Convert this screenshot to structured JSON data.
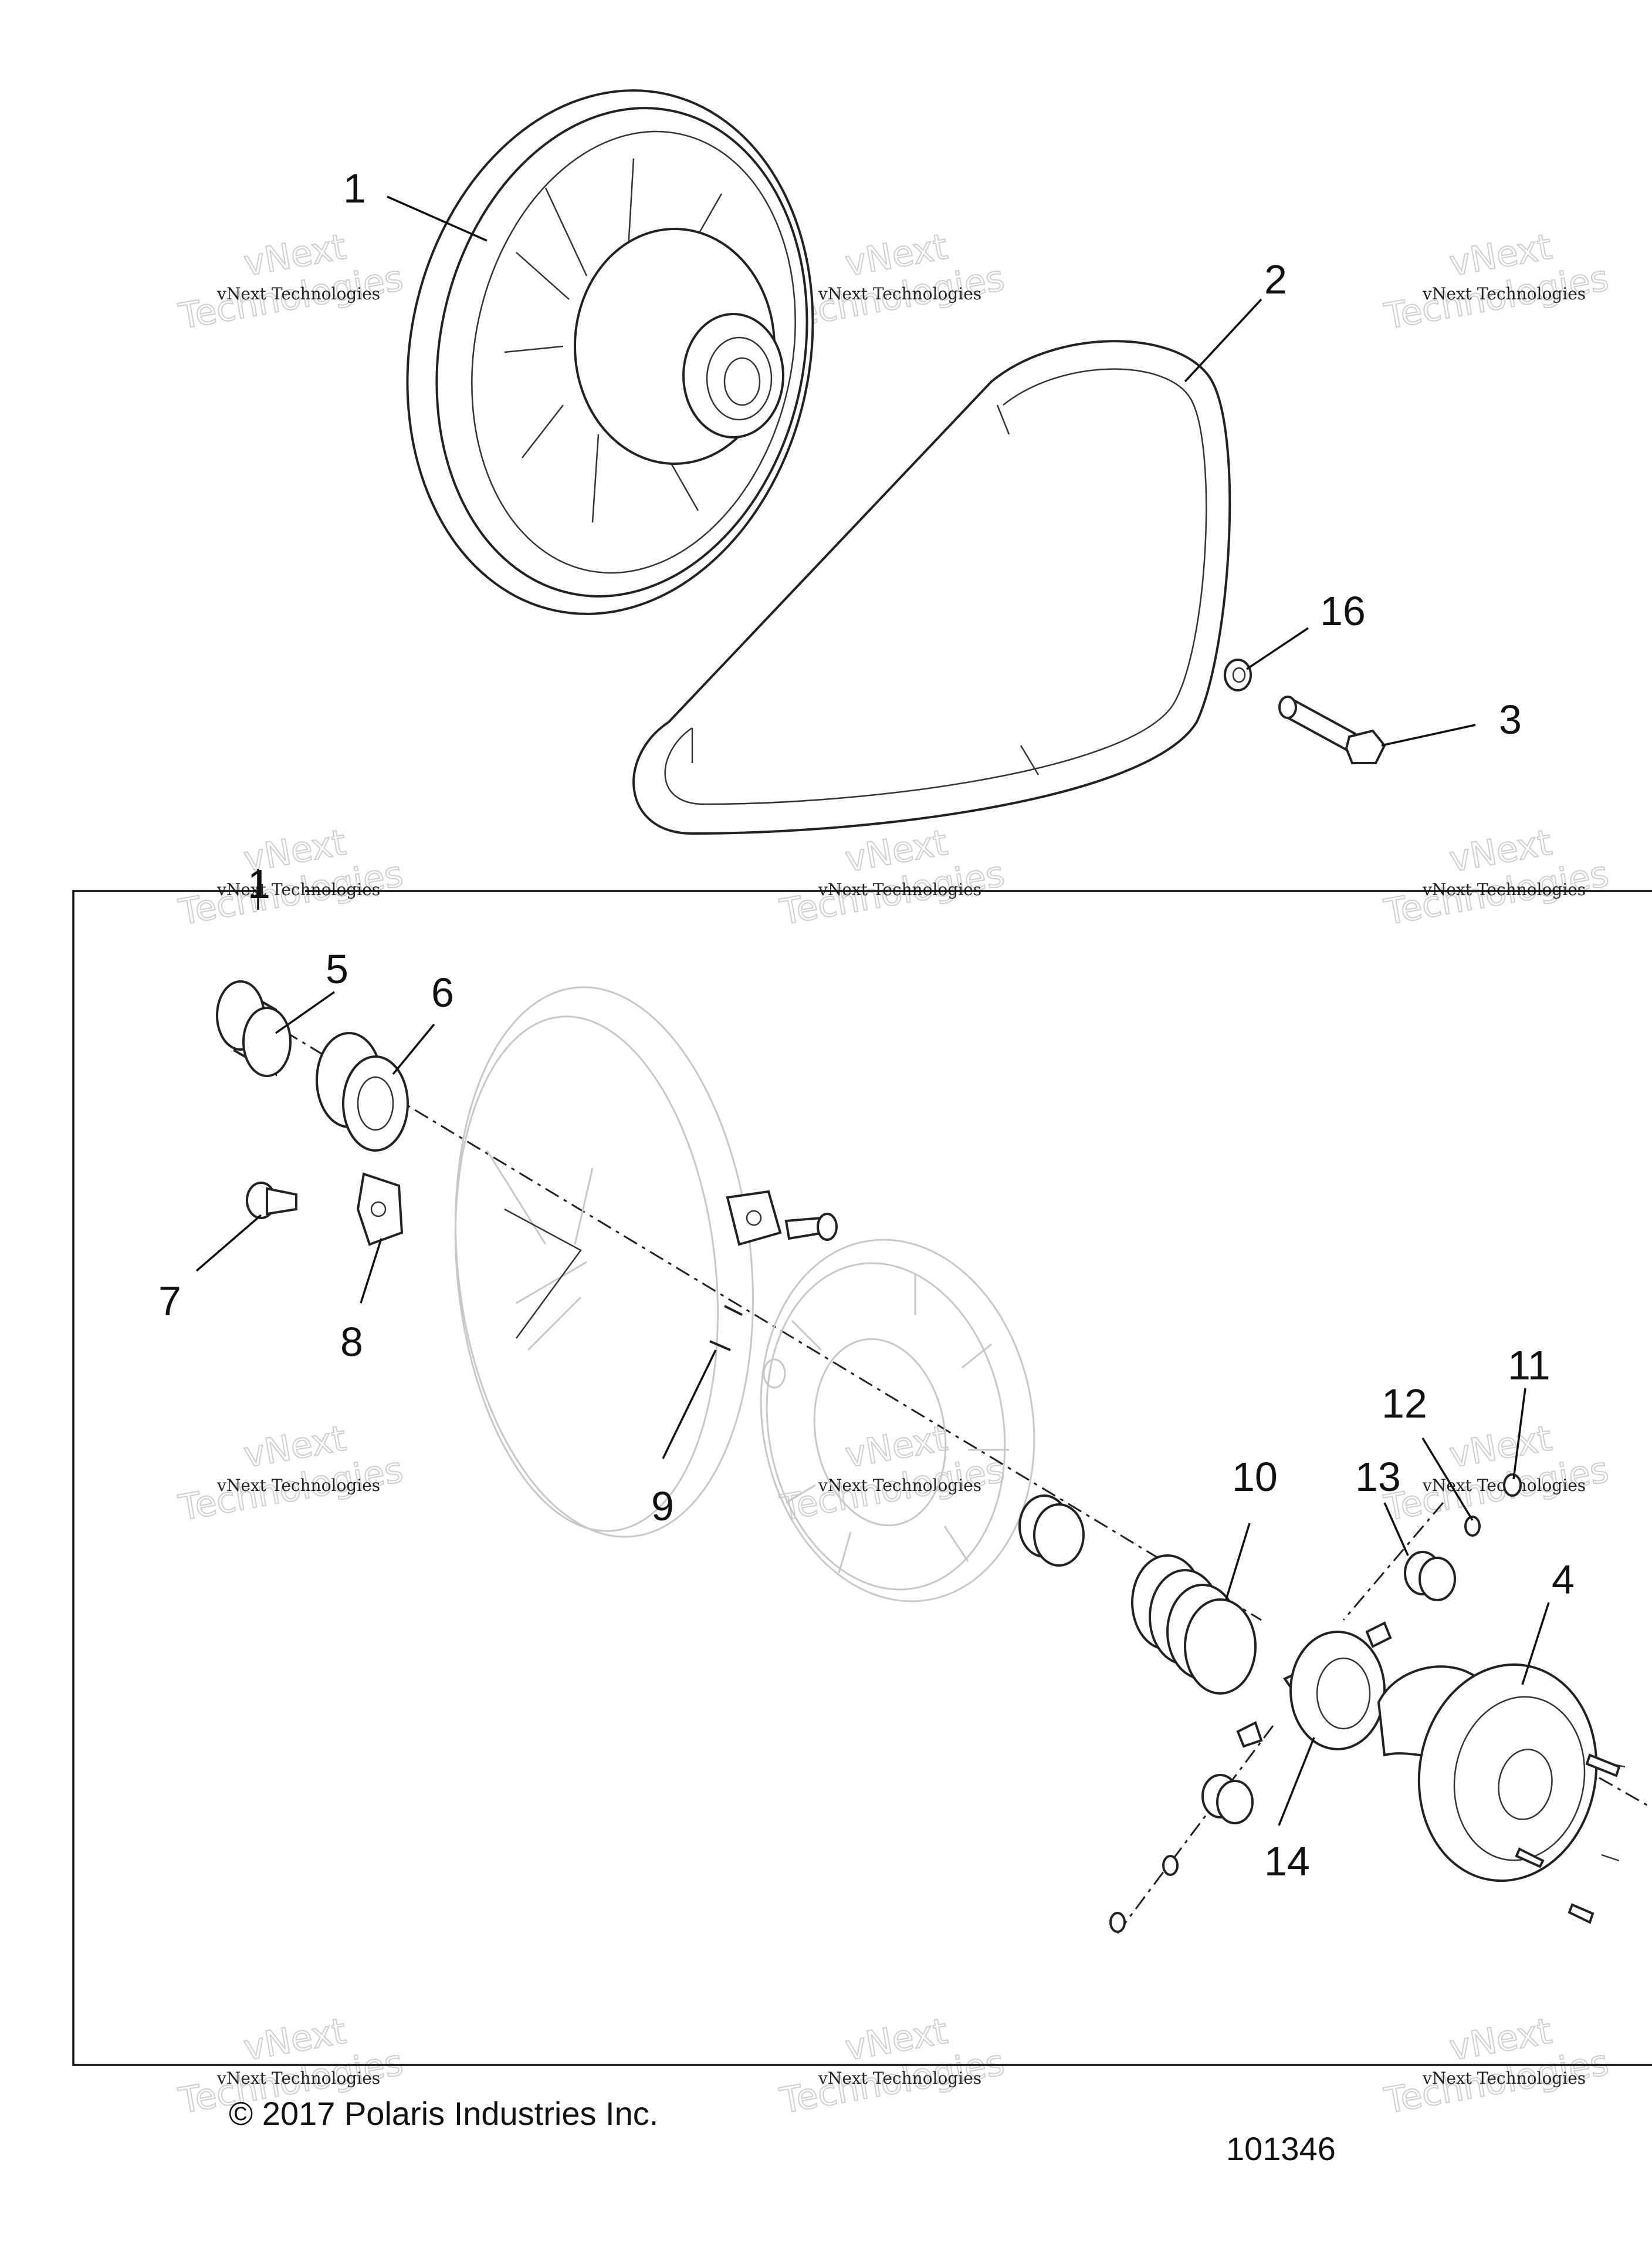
{
  "diagram": {
    "callouts": [
      "1",
      "2",
      "3",
      "4",
      "5",
      "6",
      "7",
      "8",
      "9",
      "10",
      "11",
      "12",
      "13",
      "14",
      "16"
    ],
    "subassembly_marker": "1",
    "watermark": {
      "line1": "vNext Technologies",
      "line2": "Technologies",
      "line3": "vNext"
    },
    "copyright": "© 2017 Polaris Industries Inc.",
    "drawing_number": "101346"
  }
}
